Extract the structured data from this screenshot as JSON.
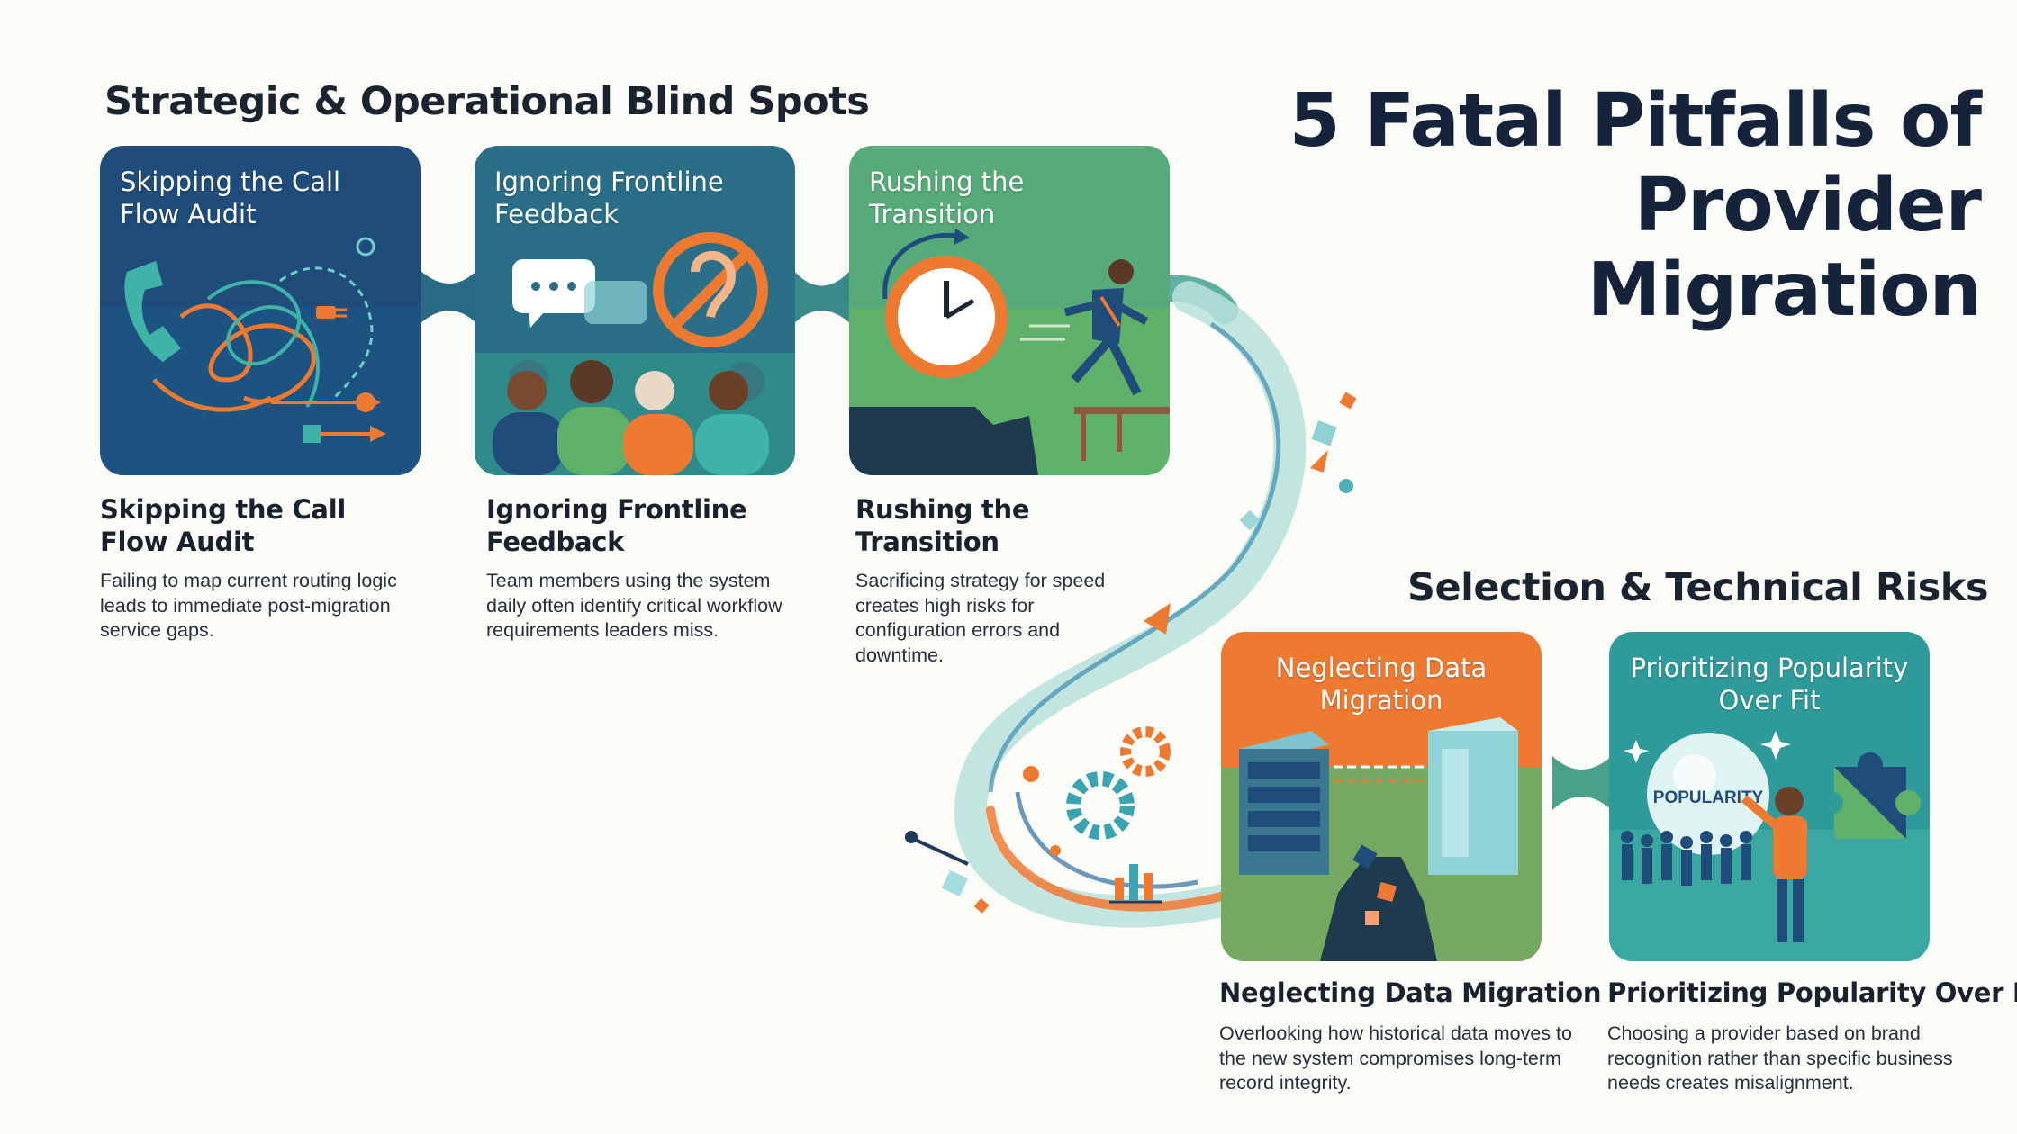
{
  "title": "5 Fatal Pitfalls of Provider Migration",
  "sections": {
    "left_heading": "Strategic & Operational Blind Spots",
    "right_heading": "Selection & Technical Risks"
  },
  "pitfalls": [
    {
      "card_title": "Skipping the Call Flow Audit",
      "heading": "Skipping the Call Flow Audit",
      "description": "Failing to map current routing logic leads to immediate post-migration service gaps.",
      "card_color": "#1f4c7a"
    },
    {
      "card_title": "Ignoring Frontline Feedback",
      "heading": "Ignoring Frontline Feedback",
      "description": "Team members using the system daily often identify critical workflow requirements leaders miss.",
      "card_color": "#2a6f87"
    },
    {
      "card_title": "Rushing the Transition",
      "heading": "Rushing the Transition",
      "description": "Sacrificing strategy for speed creates high risks for configuration errors and downtime.",
      "card_color": "#5fb068"
    },
    {
      "card_title": "Neglecting Data Migration",
      "heading": "Neglecting Data Migration",
      "description": "Overlooking how historical data moves to the new system compromises long-term record integrity.",
      "card_color": "#ee7a32"
    },
    {
      "card_title": "Prioritizing Popularity Over Fit",
      "heading": "Prioritizing Popularity Over Fit",
      "description": "Choosing a provider based on brand recognition rather than specific business needs creates misalignment.",
      "card_color": "#2f9a9a",
      "bubble_label": "POPULARITY"
    }
  ],
  "colors": {
    "navy": "#15243a",
    "orange": "#ee7a32",
    "teal": "#2f9a9a",
    "green": "#5fb068"
  },
  "icons": [
    "telephone-icon",
    "plug-icon",
    "speech-bubble-icon",
    "no-listening-icon",
    "clock-icon",
    "running-person-icon",
    "broken-bridge-icon",
    "gear-icon",
    "server-icon",
    "crystal-ball-icon",
    "puzzle-piece-icon",
    "bar-chart-icon"
  ]
}
